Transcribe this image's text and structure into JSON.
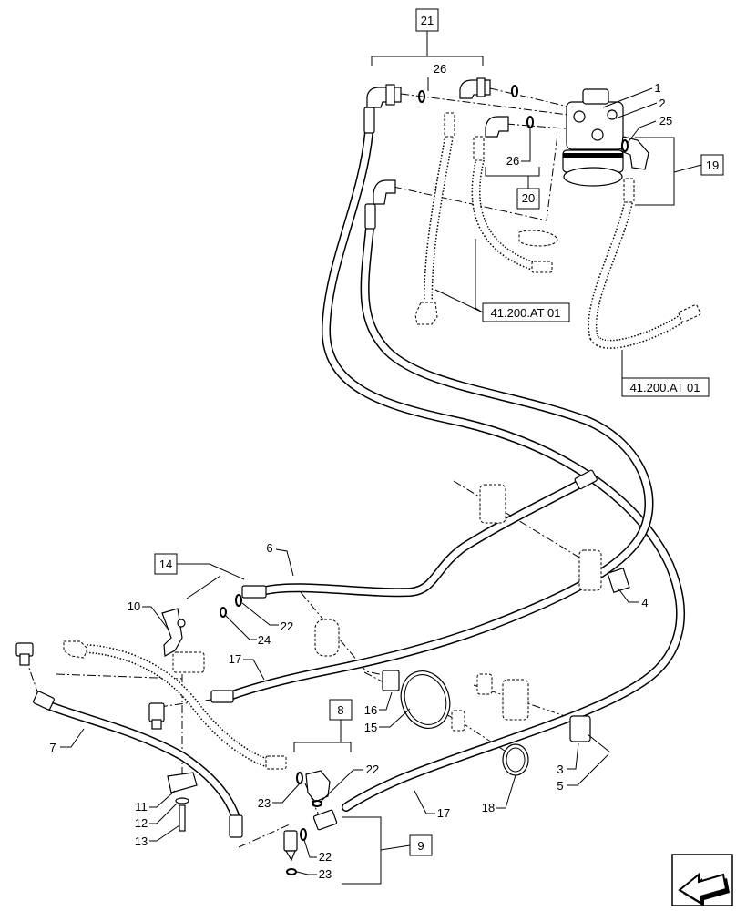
{
  "diagram": {
    "group_boxes": {
      "b21": "21",
      "b19": "19",
      "b20": "20",
      "b14": "14",
      "b8": "8",
      "b9": "9"
    },
    "refs": {
      "ref_a": "41.200.AT 01",
      "ref_b": "41.200.AT 01"
    },
    "callouts": {
      "n1": "1",
      "n2": "2",
      "n25": "25",
      "n26a": "26",
      "n26b": "26",
      "n6": "6",
      "n22a": "22",
      "n24": "24",
      "n10": "10",
      "n17a": "17",
      "n7": "7",
      "n16": "16",
      "n15": "15",
      "n22b": "22",
      "n23a": "23",
      "n3": "3",
      "n5": "5",
      "n18": "18",
      "n17b": "17",
      "n4": "4",
      "n11": "11",
      "n12": "12",
      "n13": "13",
      "n22c": "22",
      "n23b": "23"
    }
  },
  "nav": {
    "icon": "next-page-arrow-icon"
  }
}
